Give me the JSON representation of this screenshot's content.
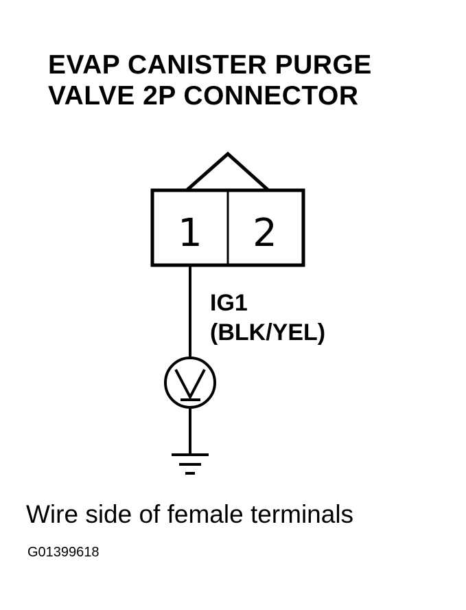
{
  "title": {
    "line1": "EVAP CANISTER PURGE",
    "line2": "VALVE 2P CONNECTOR"
  },
  "connector": {
    "pins": [
      "1",
      "2"
    ]
  },
  "wire": {
    "circuit": "IG1",
    "color": "(BLK/YEL)"
  },
  "meter": {
    "icon": "voltmeter-icon"
  },
  "ground": {
    "icon": "ground-icon"
  },
  "caption": "Wire side of female terminals",
  "figure_id": "G01399618"
}
